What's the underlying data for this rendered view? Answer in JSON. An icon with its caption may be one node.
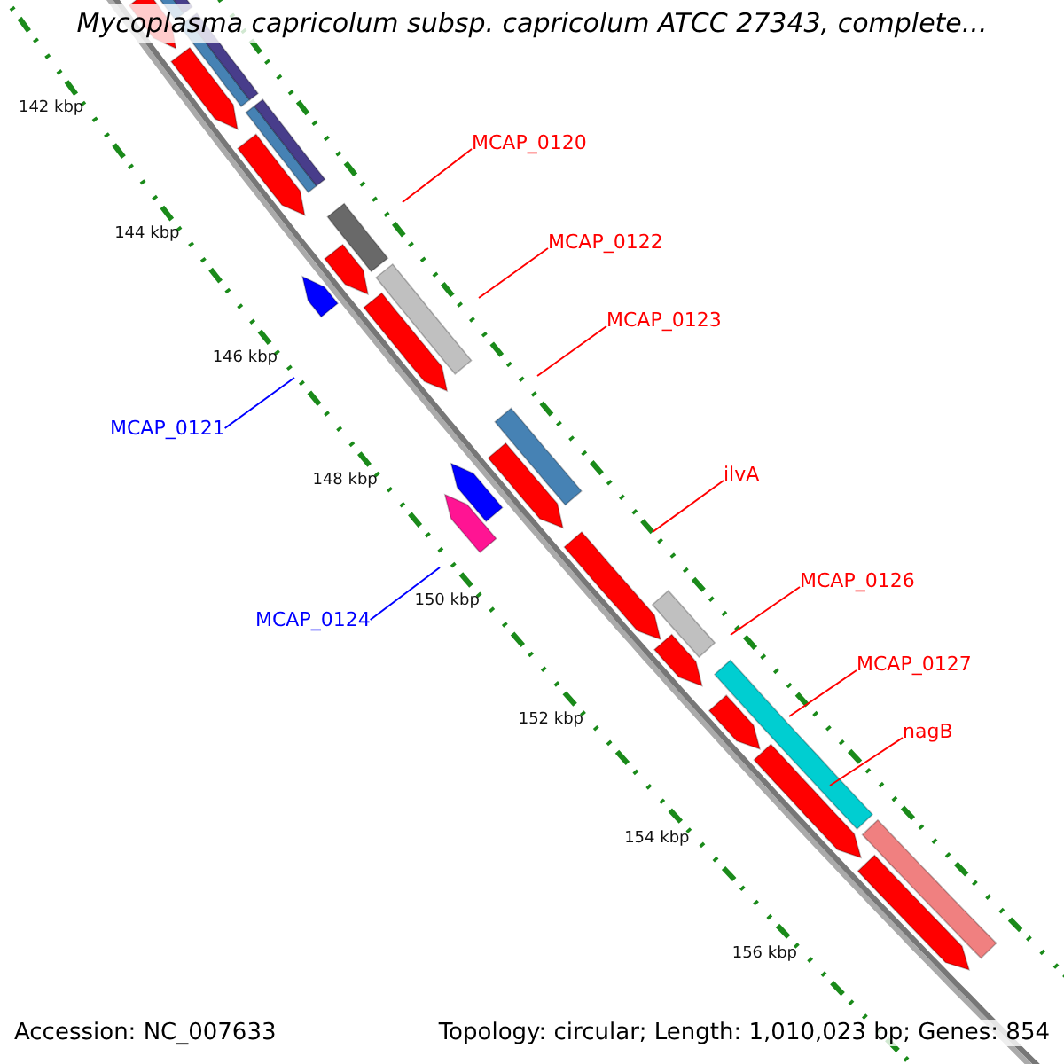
{
  "diagram": {
    "title": "Mycoplasma capricolum subsp. capricolum ATCC 27343, complete...",
    "nodes": [
      {
        "text": [
          "MCAP_0120"
        ]
      },
      {
        "text": [
          "MCAP_0122"
        ]
      },
      {
        "text": [
          "MCAP_0123"
        ]
      },
      {
        "text": [
          "MCAP_0121"
        ]
      },
      {
        "text": [
          "ilvA"
        ]
      },
      {
        "text": [
          "MCAP_0126"
        ]
      },
      {
        "text": [
          "MCAP_0124"
        ]
      },
      {
        "text": [
          "MCAP_0127"
        ]
      },
      {
        "text": [
          "nagB"
        ]
      }
    ],
    "edges": [
      {
        "from": 0,
        "to": null,
        "arrow": "none"
      },
      {
        "from": 1,
        "to": null,
        "arrow": "none"
      },
      {
        "from": 2,
        "to": null,
        "arrow": "none"
      },
      {
        "from": 3,
        "to": null,
        "arrow": "none",
        "color": "#0000ff"
      },
      {
        "from": 4,
        "to": null,
        "arrow": "none"
      },
      {
        "from": 5,
        "to": null,
        "arrow": "none"
      },
      {
        "from": 6,
        "to": null,
        "arrow": "none",
        "color": "#0000ff"
      },
      {
        "from": 7,
        "to": null,
        "arrow": "none"
      },
      {
        "from": 8,
        "to": null,
        "arrow": "none"
      }
    ],
    "labels": [
      "142 kbp",
      "144 kbp",
      "146 kbp",
      "148 kbp",
      "150 kbp",
      "152 kbp",
      "154 kbp",
      "156 kbp",
      "Accession: NC_007633",
      "Topology: circular; Length: 1,010,023 bp; Genes: 854"
    ]
  }
}
